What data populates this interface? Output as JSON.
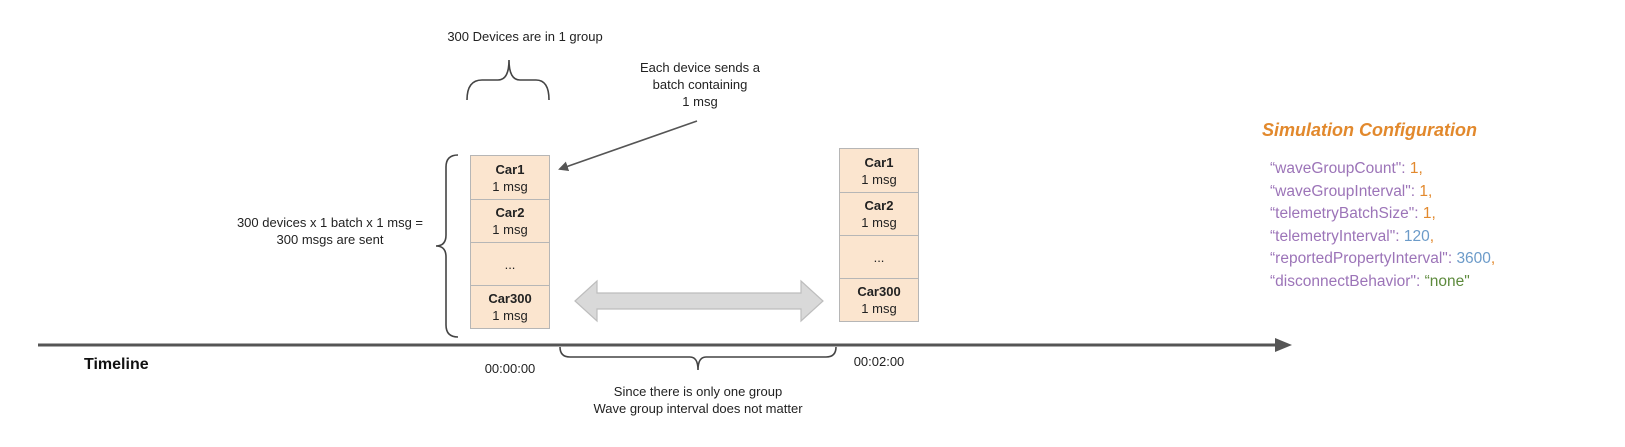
{
  "annotations": {
    "group_label": "300 Devices are in 1 group",
    "batch_note": [
      "Each device sends a",
      "batch containing",
      "1 msg"
    ],
    "total_note": [
      "300 devices x 1 batch x 1 msg =",
      "300 msgs are sent"
    ],
    "interval_note": [
      "Since there is only one group",
      "Wave group interval does not matter"
    ]
  },
  "stacks": [
    {
      "time": "00:00:00",
      "cells": [
        {
          "name": "Car1",
          "msg": "1 msg"
        },
        {
          "name": "Car2",
          "msg": "1 msg"
        },
        {
          "name": "...",
          "msg": ""
        },
        {
          "name": "Car300",
          "msg": "1 msg"
        }
      ]
    },
    {
      "time": "00:02:00",
      "cells": [
        {
          "name": "Car1",
          "msg": "1 msg"
        },
        {
          "name": "Car2",
          "msg": "1 msg"
        },
        {
          "name": "...",
          "msg": ""
        },
        {
          "name": "Car300",
          "msg": "1 msg"
        }
      ]
    }
  ],
  "timeline": {
    "label": "Timeline"
  },
  "config": {
    "title": "Simulation Configuration",
    "entries": [
      {
        "key": "“waveGroupCount\"",
        "value": "1",
        "value_style": "orange",
        "trail": ","
      },
      {
        "key": "“waveGroupInterval\"",
        "value": "1",
        "value_style": "orange",
        "trail": ","
      },
      {
        "key": "“telemetryBatchSize\"",
        "value": "1",
        "value_style": "orange",
        "trail": ","
      },
      {
        "key": "“telemetryInterval\"",
        "value": "120",
        "value_style": "blue",
        "trail": ","
      },
      {
        "key": "“reportedPropertyInterval\"",
        "value": "3600",
        "value_style": "blue",
        "trail": ","
      },
      {
        "key": "“disconnectBehavior\"",
        "value": "“none\"",
        "value_style": "green",
        "trail": ""
      }
    ]
  },
  "colors": {
    "accent_orange": "#e2892d",
    "key_purple": "#9c74b8",
    "number_blue": "#6c9bc9",
    "string_green": "#5d8a3c",
    "cell_fill": "#fbe5cf",
    "timeline": "#555555"
  }
}
